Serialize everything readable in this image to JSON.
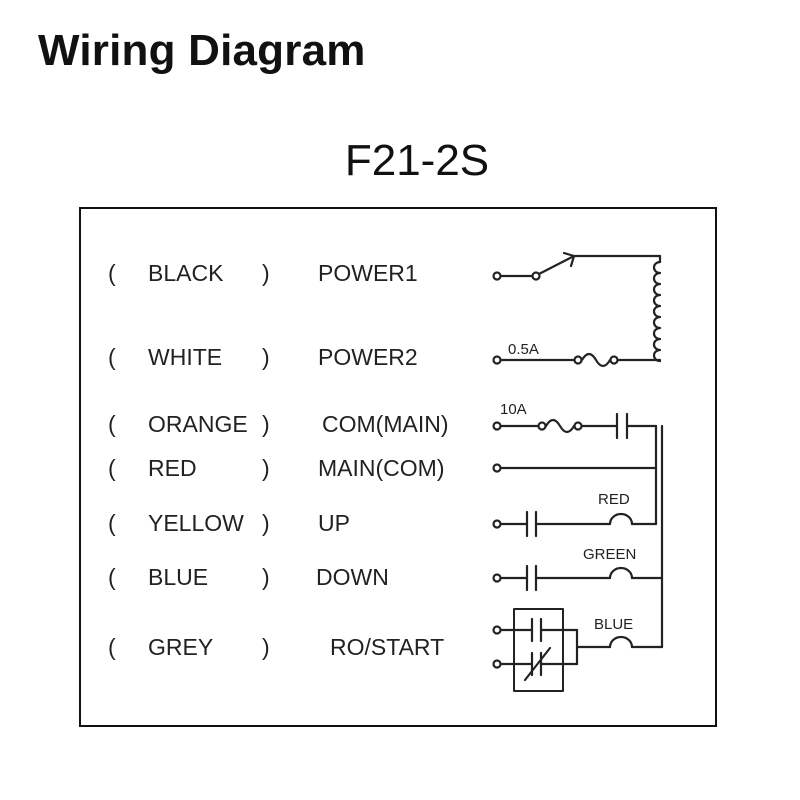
{
  "header": {
    "title": "Wiring Diagram",
    "model": "F21-2S"
  },
  "rows": [
    {
      "paren_open": "(",
      "color": "BLACK",
      "paren_close": ")",
      "function": "POWER1"
    },
    {
      "paren_open": "(",
      "color": "WHITE",
      "paren_close": ")",
      "function": "POWER2"
    },
    {
      "paren_open": "(",
      "color": "ORANGE",
      "paren_close": ")",
      "function": "COM(MAIN)"
    },
    {
      "paren_open": "(",
      "color": "RED",
      "paren_close": ")",
      "function": "MAIN(COM)"
    },
    {
      "paren_open": "(",
      "color": "YELLOW",
      "paren_close": ")",
      "function": "UP"
    },
    {
      "paren_open": "(",
      "color": "BLUE",
      "paren_close": ")",
      "function": "DOWN"
    },
    {
      "paren_open": "(",
      "color": "GREY",
      "paren_close": ")",
      "function": "RO/START"
    }
  ],
  "schematic": {
    "fuse_power2": "0.5A",
    "fuse_main": "10A",
    "lamp_up": "RED",
    "lamp_down": "GREEN",
    "lamp_start": "BLUE"
  }
}
